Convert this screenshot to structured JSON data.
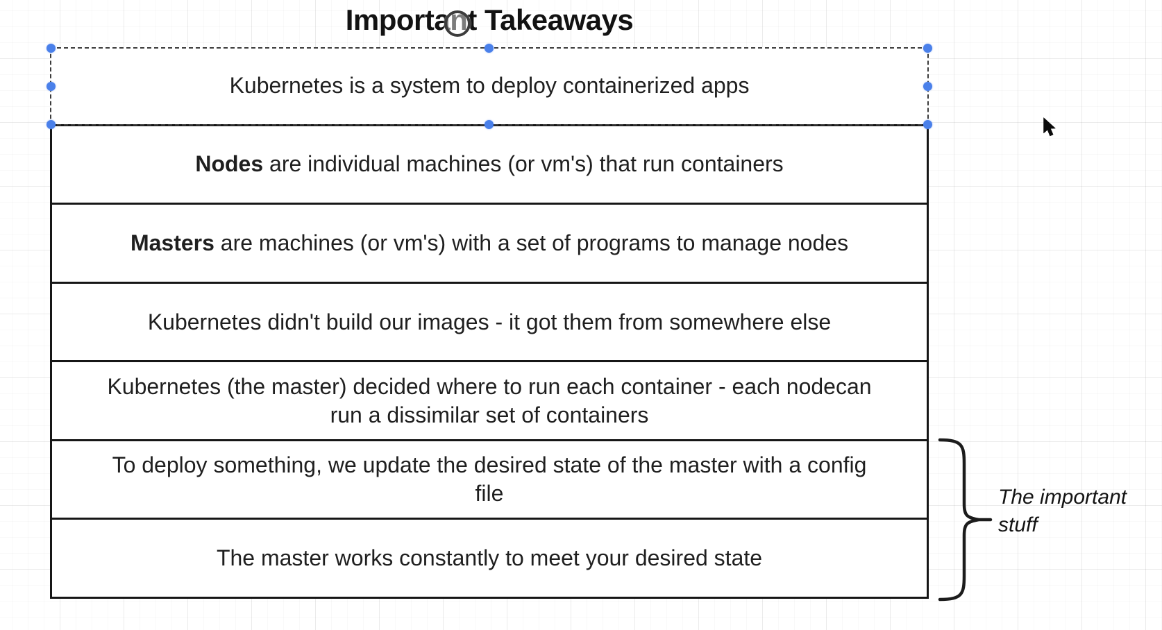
{
  "title": "Important Takeaways",
  "table": {
    "rows": [
      {
        "selected": true,
        "segments": [
          {
            "text": "Kubernetes is a system to deploy containerized apps"
          }
        ]
      },
      {
        "segments": [
          {
            "text": "Nodes",
            "bold": true
          },
          {
            "text": " are individual machines (or vm's) that run containers"
          }
        ]
      },
      {
        "segments": [
          {
            "text": "Masters",
            "bold": true
          },
          {
            "text": " are machines (or vm's) with a set of programs to manage nodes"
          }
        ]
      },
      {
        "segments": [
          {
            "text": "Kubernetes didn't build our images - it got them from somewhere else"
          }
        ]
      },
      {
        "segments": [
          {
            "text": "Kubernetes (the master) decided where to run each container - each nodecan\nrun a dissimilar set of containers"
          }
        ]
      },
      {
        "segments": [
          {
            "text": "To deploy something, we update the desired state of the master with a config\nfile"
          }
        ]
      },
      {
        "segments": [
          {
            "text": "The master works constantly to meet your desired state"
          }
        ]
      }
    ]
  },
  "annotation": {
    "label": "The important\nstuff"
  },
  "selection": {
    "handle_color": "#4a80ea",
    "outline_style": "dashed"
  },
  "icons": {
    "pointer": "arrow-cursor-icon",
    "title_overlay": "circle-cursor-icon",
    "bracket": "curly-brace"
  },
  "colors": {
    "border": "#161616",
    "text": "#1f1f1f",
    "background": "#ffffff"
  }
}
